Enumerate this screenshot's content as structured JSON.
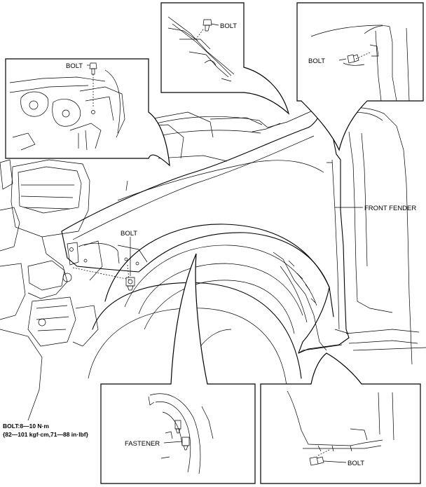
{
  "labels": {
    "bolt": "BOLT",
    "front_fender": "FRONT FENDER",
    "fastener": "FASTENER"
  },
  "torque_spec": {
    "line1": "BOLT:8—10 N·m",
    "line2": "{82—101 kgf·cm,71—88 in·lbf}"
  }
}
